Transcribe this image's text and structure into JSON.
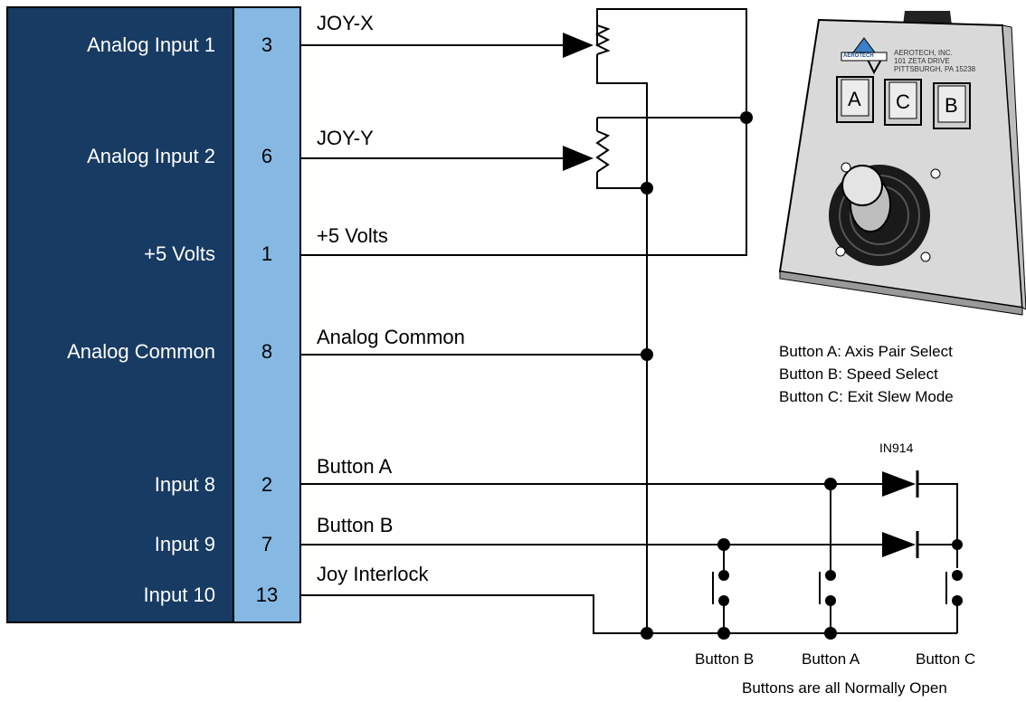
{
  "controller": {
    "inputs": [
      {
        "name": "Analog Input 1",
        "pin": "3",
        "signal": "JOY-X"
      },
      {
        "name": "Analog Input 2",
        "pin": "6",
        "signal": "JOY-Y"
      },
      {
        "name": "+5 Volts",
        "pin": "1",
        "signal": "+5 Volts"
      },
      {
        "name": "Analog Common",
        "pin": "8",
        "signal": "Analog Common"
      },
      {
        "name": "Input 8",
        "pin": "2",
        "signal": "Button A"
      },
      {
        "name": "Input 9",
        "pin": "7",
        "signal": "Button B"
      },
      {
        "name": "Input 10",
        "pin": "13",
        "signal": "Joy Interlock"
      }
    ]
  },
  "diode_label": "IN914",
  "joystick_box": {
    "brand": "AEROTECH",
    "address": [
      "AEROTECH, INC.",
      "101 ZETA DRIVE",
      "PITTSBURGH, PA 15238"
    ],
    "keys": [
      "A",
      "C",
      "B"
    ]
  },
  "legend": [
    "Button A: Axis Pair Select",
    "Button B: Speed Select",
    "Button C: Exit Slew Mode"
  ],
  "switch_labels": [
    "Button B",
    "Button A",
    "Button C"
  ],
  "footnote": "Buttons are all Normally Open",
  "colors": {
    "panel_dark": "#173b63",
    "panel_light": "#85b8e3",
    "box_face": "#d9d9d9"
  }
}
